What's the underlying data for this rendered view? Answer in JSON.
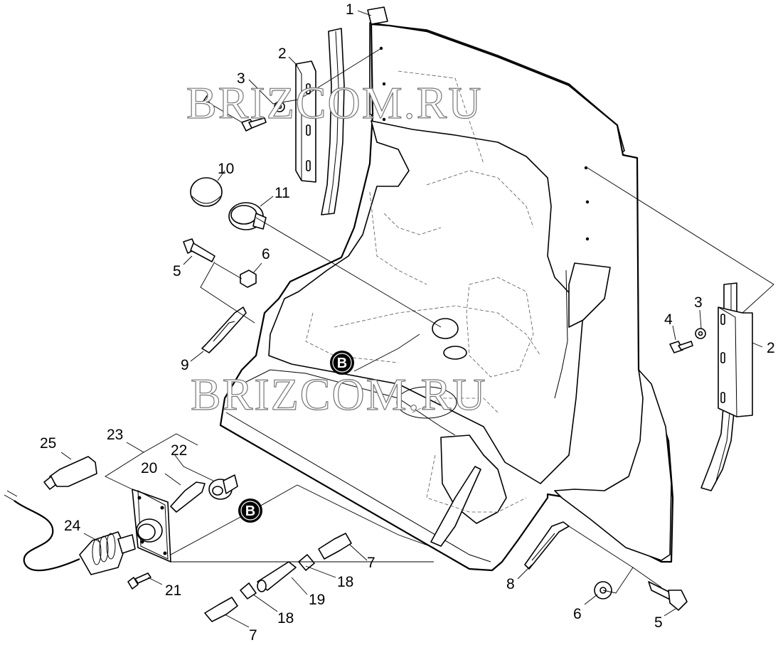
{
  "watermark": "BRIZCOM.RU",
  "detail_callout": "B",
  "callouts": [
    {
      "id": "c1",
      "label": "1"
    },
    {
      "id": "c2a",
      "label": "2"
    },
    {
      "id": "c3a",
      "label": "3"
    },
    {
      "id": "c4a",
      "label": "4"
    },
    {
      "id": "c10",
      "label": "10"
    },
    {
      "id": "c11",
      "label": "11"
    },
    {
      "id": "c5a",
      "label": "5"
    },
    {
      "id": "c6a",
      "label": "6"
    },
    {
      "id": "c9",
      "label": "9"
    },
    {
      "id": "c4b",
      "label": "4"
    },
    {
      "id": "c3b",
      "label": "3"
    },
    {
      "id": "c2b",
      "label": "2"
    },
    {
      "id": "c23",
      "label": "23"
    },
    {
      "id": "c25",
      "label": "25"
    },
    {
      "id": "c22",
      "label": "22"
    },
    {
      "id": "c20",
      "label": "20"
    },
    {
      "id": "c24",
      "label": "24"
    },
    {
      "id": "c21",
      "label": "21"
    },
    {
      "id": "c7a",
      "label": "7"
    },
    {
      "id": "c18a",
      "label": "18"
    },
    {
      "id": "c19",
      "label": "19"
    },
    {
      "id": "c18b",
      "label": "18"
    },
    {
      "id": "c7b",
      "label": "7"
    },
    {
      "id": "c8",
      "label": "8"
    },
    {
      "id": "c6b",
      "label": "6"
    },
    {
      "id": "c5b",
      "label": "5"
    }
  ]
}
